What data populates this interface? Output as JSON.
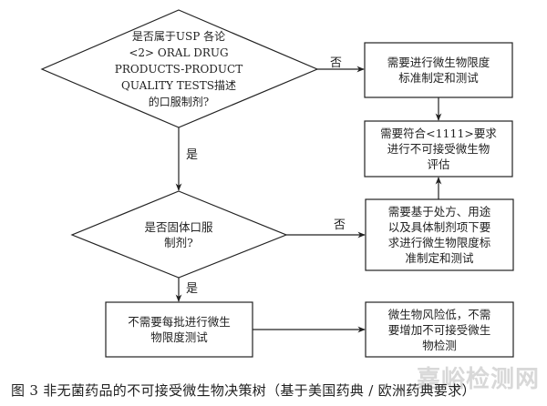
{
  "diagram": {
    "nodes": {
      "q1": {
        "type": "decision",
        "text": "是否属于USP  各论\n<2>  ORAL  DRUG\nPRODUCTS-PRODUCT\nQUALITY  TESTS描述\n的口服制剂?"
      },
      "q2": {
        "type": "decision",
        "text": "是否固体口服\n制剂?"
      },
      "b1": {
        "type": "process",
        "text": "需要进行微生物限度\n标准制定和测试"
      },
      "b2": {
        "type": "process",
        "text": "需要符合<1111>要求\n进行不可接受微生物\n评估"
      },
      "b3": {
        "type": "process",
        "text": "需要基于处方、用途\n以及具体制剂项下要\n求进行微生物限度标\n准制定和测试"
      },
      "b4": {
        "type": "process",
        "text": "微生物风险低，不需\n要增加不可接受微生\n物检测"
      },
      "b5": {
        "type": "process",
        "text": "不需要每批进行微生\n物限度测试"
      }
    },
    "edges": [
      {
        "from": "q1",
        "to": "b1",
        "label": "否"
      },
      {
        "from": "q1",
        "to": "q2",
        "label": "是"
      },
      {
        "from": "b1",
        "to": "b2",
        "label": ""
      },
      {
        "from": "q2",
        "to": "b3",
        "label": "否"
      },
      {
        "from": "b3",
        "to": "b2",
        "label": ""
      },
      {
        "from": "q2",
        "to": "b5",
        "label": "是"
      },
      {
        "from": "b5",
        "to": "b4",
        "label": ""
      }
    ]
  },
  "caption": "图 3  非无菌药品的不可接受微生物决策树（基于美国药典 / 欧洲药典要求）",
  "watermark": "嘉峪检测网"
}
